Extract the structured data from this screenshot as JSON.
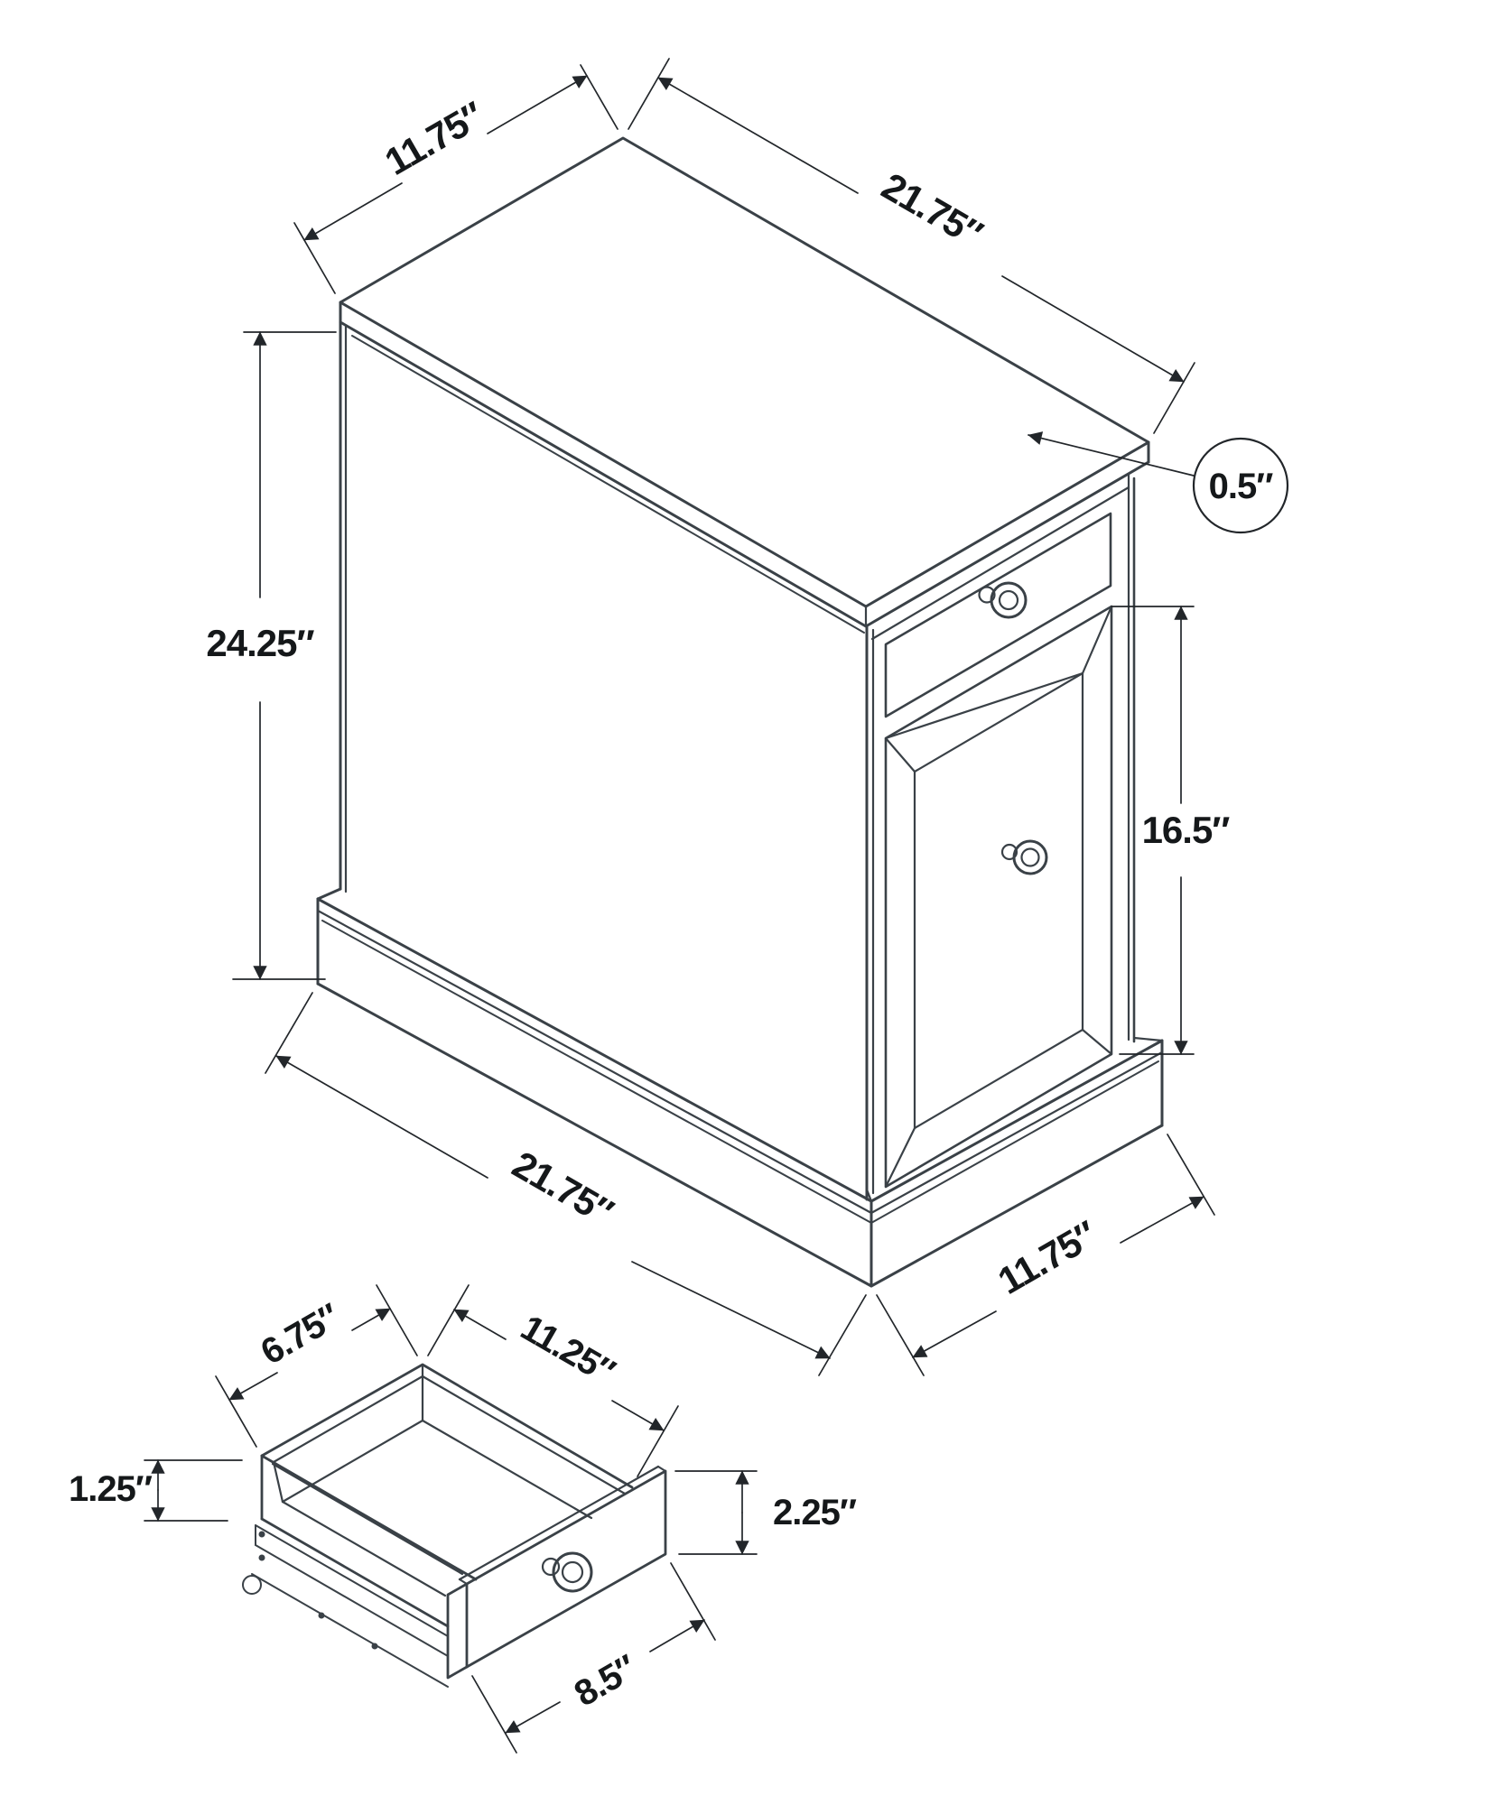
{
  "diagram": {
    "kind": "furniture-dimension-line-drawing",
    "colors": {
      "line": "#3a4147",
      "dimension_line": "#22262a",
      "text": "#15181a",
      "background": "#ffffff"
    },
    "dims": {
      "top_depth": "11.75″",
      "top_length": "21.75″",
      "top_thickness": "0.5″",
      "overall_height": "24.25″",
      "door_height": "16.5″",
      "base_length": "21.75″",
      "base_depth": "11.75″",
      "drawer_depth": "6.75″",
      "drawer_width": "11.25″",
      "drawer_side_height": "1.25″",
      "drawer_front_height": "2.25″",
      "drawer_front_width": "8.5″"
    }
  }
}
